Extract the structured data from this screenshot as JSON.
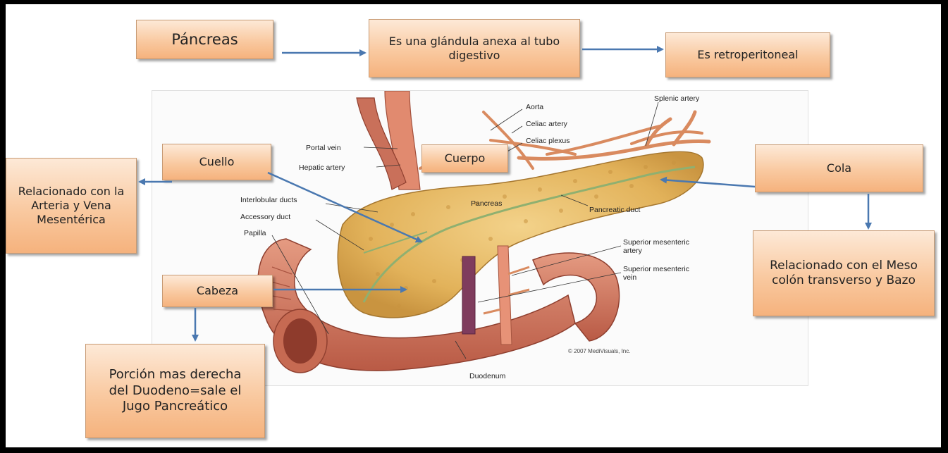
{
  "boxes": {
    "pancreas": "Páncreas",
    "glandula": "Es una glándula anexa al tubo digestivo",
    "retroperitoneal": "Es retroperitoneal",
    "cuello": "Cuello",
    "cuello_rel": "Relacionado con la Arteria y Vena Mesentérica",
    "cuerpo": "Cuerpo",
    "cola": "Cola",
    "cola_rel": "Relacionado con el Meso colón transverso y Bazo",
    "cabeza": "Cabeza",
    "cabeza_rel": "Porción mas derecha del Duodeno=sale el Jugo Pancreático"
  },
  "labels": {
    "aorta": "Aorta",
    "celiac_artery": "Celiac artery",
    "celiac_plexus": "Celiac plexus",
    "splenic_artery": "Splenic artery",
    "portal_vein": "Portal vein",
    "hepatic_artery": "Hepatic artery",
    "interlobular_ducts": "Interlobular ducts",
    "accessory_duct": "Accessory duct",
    "papilla": "Papilla",
    "pancreas": "Pancreas",
    "pancreatic_duct": "Pancreatic duct",
    "sma_1": "Superior mesenteric",
    "sma_2": "artery",
    "smv_1": "Superior mesenteric",
    "smv_2": "vein",
    "duodenum": "Duodenum",
    "copyright": "© 2007 MediVisuals, Inc."
  },
  "colors": {
    "box_top": "#fde9d7",
    "box_bottom": "#f5b27d",
    "arrow": "#4a78b0",
    "pancreas": "#e6b85a",
    "duodenum": "#d9775f",
    "frame": "#000000"
  }
}
